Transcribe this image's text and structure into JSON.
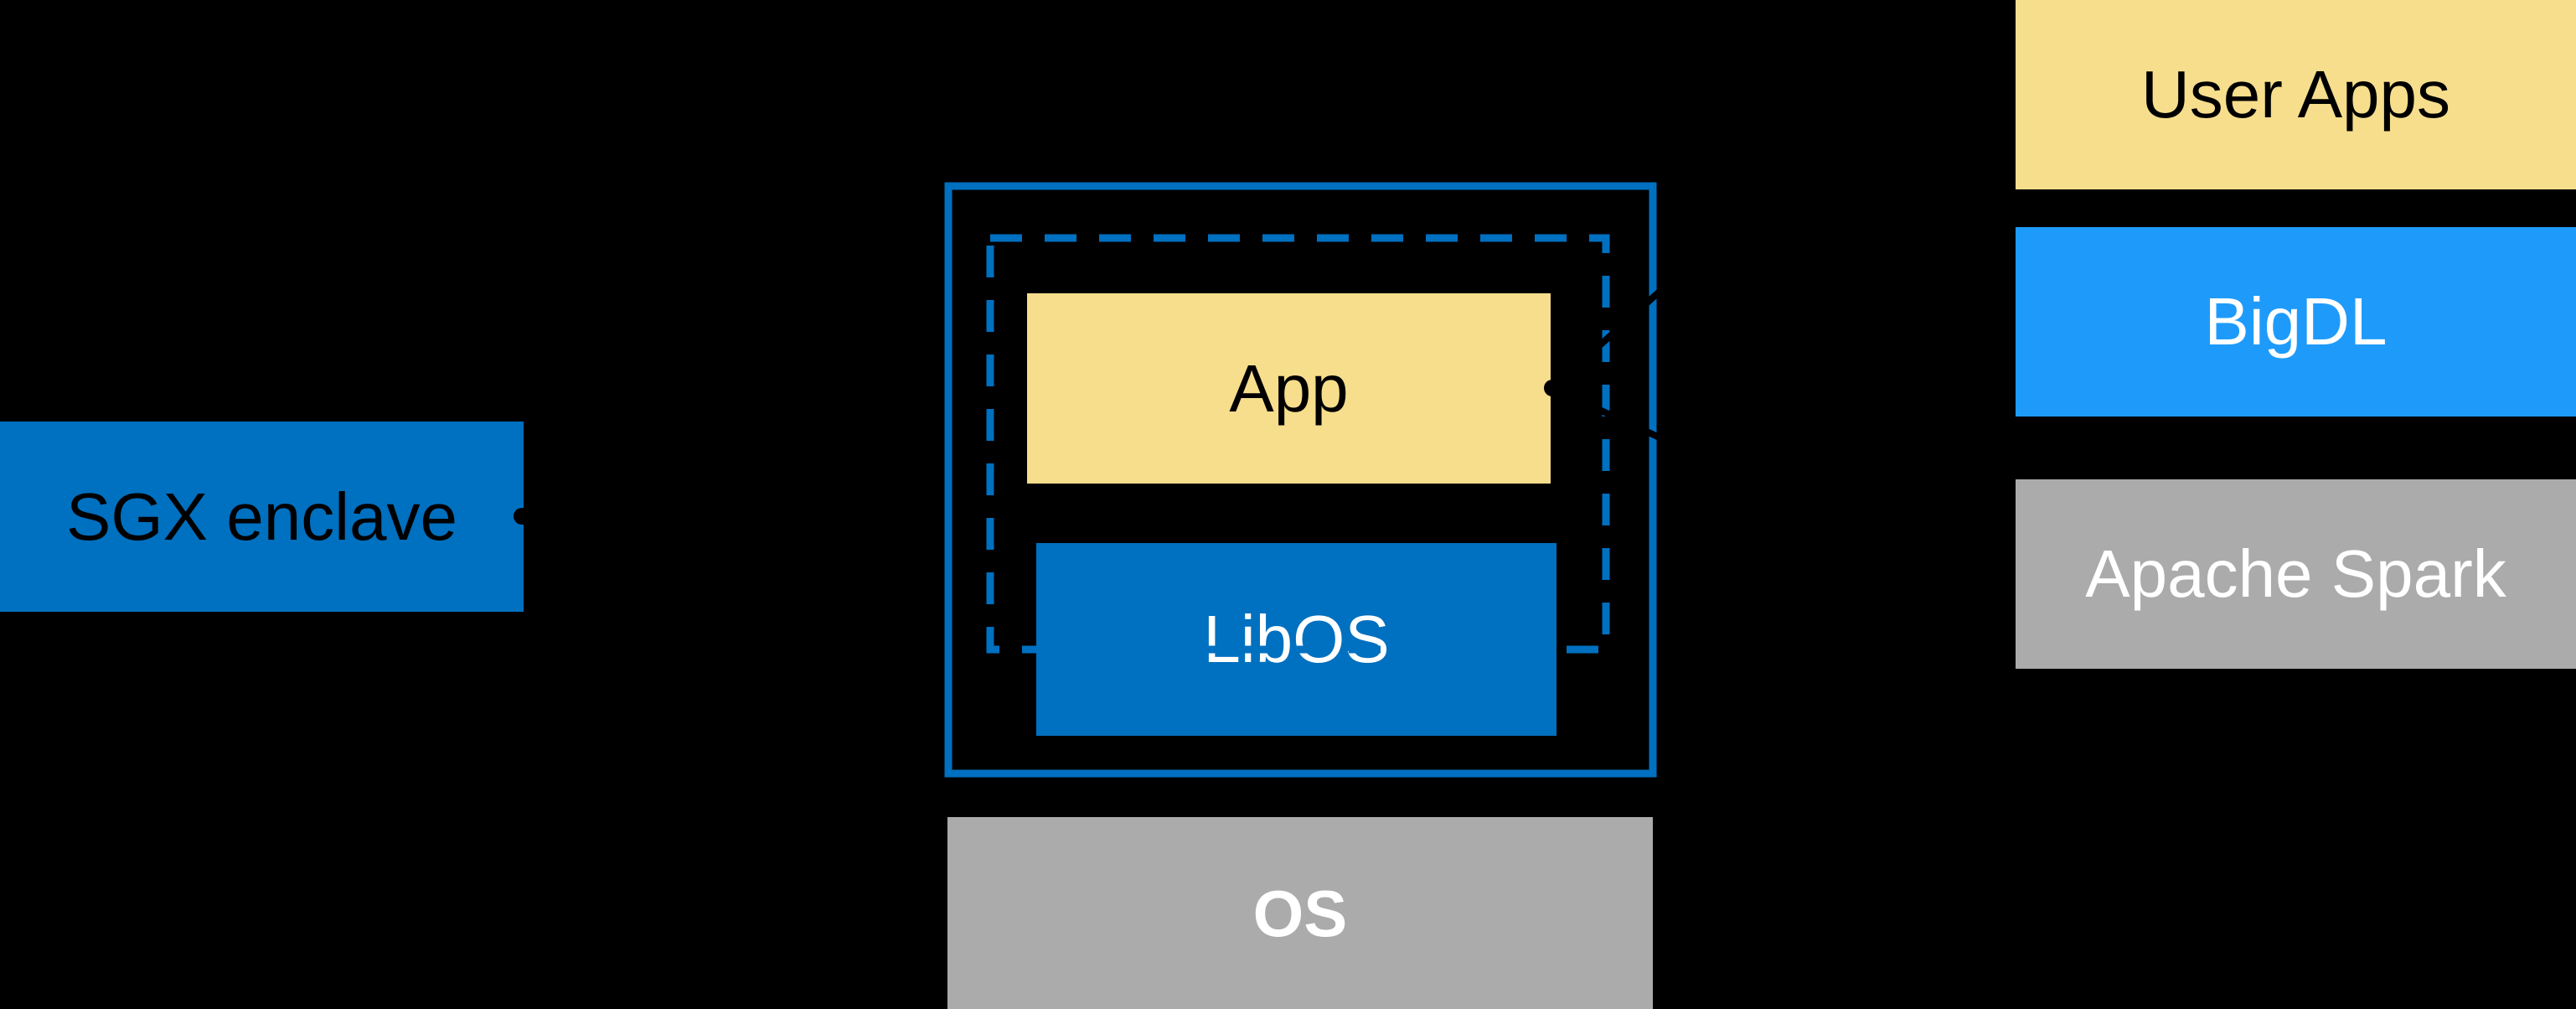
{
  "diagram": {
    "background_color": "#000000",
    "sgx_box": {
      "label": "SGX enclave",
      "fill": "#0070C0",
      "text_color": "#FFFFFF"
    },
    "enclave_group": {
      "outer_border_color": "#0070C0",
      "dashed_border_color": "#0070C0",
      "app_box": {
        "label": "App",
        "fill": "#F7DE8C",
        "text_color": "#000000"
      },
      "libos_box": {
        "label": "LibOS",
        "fill": "#0070C0",
        "text_color": "#FFFFFF"
      },
      "os_box": {
        "label": "OS",
        "fill": "#ABABAB",
        "text_color": "#FFFFFF"
      }
    },
    "right_stack": {
      "items": [
        {
          "label": "User Apps",
          "fill": "#F7DE8C",
          "text_color": "#000000"
        },
        {
          "label": "BigDL",
          "fill": "#1E9BFA",
          "text_color": "#FFFFFF"
        },
        {
          "label": "Apache Spark",
          "fill": "#ABABAB",
          "text_color": "#FFFFFF"
        }
      ]
    },
    "connector_color": "#000000"
  }
}
